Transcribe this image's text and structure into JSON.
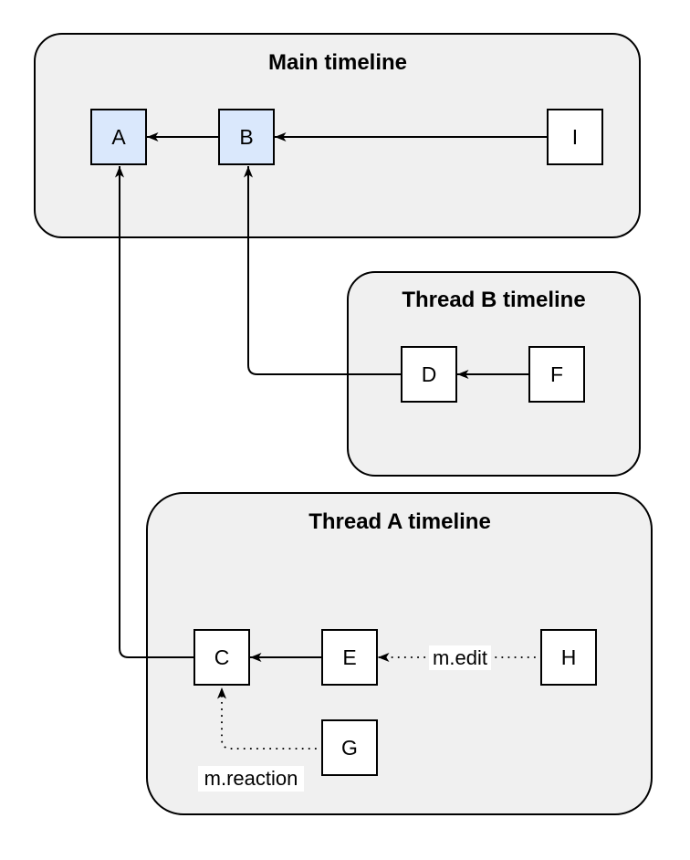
{
  "diagram": {
    "containers": [
      {
        "id": "main-timeline",
        "title": "Main timeline"
      },
      {
        "id": "thread-b-timeline",
        "title": "Thread B timeline"
      },
      {
        "id": "thread-a-timeline",
        "title": "Thread A timeline"
      }
    ],
    "nodes": {
      "a": {
        "label": "A",
        "fill": "#dae8fc",
        "container": "main-timeline"
      },
      "b": {
        "label": "B",
        "fill": "#dae8fc",
        "container": "main-timeline"
      },
      "i": {
        "label": "I",
        "fill": "#ffffff",
        "container": "main-timeline"
      },
      "d": {
        "label": "D",
        "fill": "#ffffff",
        "container": "thread-b-timeline"
      },
      "f": {
        "label": "F",
        "fill": "#ffffff",
        "container": "thread-b-timeline"
      },
      "c": {
        "label": "C",
        "fill": "#ffffff",
        "container": "thread-a-timeline"
      },
      "e": {
        "label": "E",
        "fill": "#ffffff",
        "container": "thread-a-timeline"
      },
      "h": {
        "label": "H",
        "fill": "#ffffff",
        "container": "thread-a-timeline"
      },
      "g": {
        "label": "G",
        "fill": "#ffffff",
        "container": "thread-a-timeline"
      }
    },
    "edges": [
      {
        "from": "B",
        "to": "A",
        "style": "solid",
        "label": ""
      },
      {
        "from": "I",
        "to": "B",
        "style": "solid",
        "label": ""
      },
      {
        "from": "F",
        "to": "D",
        "style": "solid",
        "label": ""
      },
      {
        "from": "D",
        "to": "B",
        "style": "solid",
        "label": ""
      },
      {
        "from": "E",
        "to": "C",
        "style": "solid",
        "label": ""
      },
      {
        "from": "C",
        "to": "A",
        "style": "solid",
        "label": ""
      },
      {
        "from": "H",
        "to": "E",
        "style": "dotted",
        "label": "m.edit"
      },
      {
        "from": "G",
        "to": "C",
        "style": "dotted",
        "label": "m.reaction"
      }
    ],
    "colors": {
      "container_fill": "#f0f0f0",
      "container_stroke": "#000000",
      "node_stroke": "#000000",
      "node_blue_fill": "#dae8fc",
      "node_white_fill": "#ffffff",
      "edge_color": "#000000",
      "label_background": "#ffffff"
    }
  }
}
